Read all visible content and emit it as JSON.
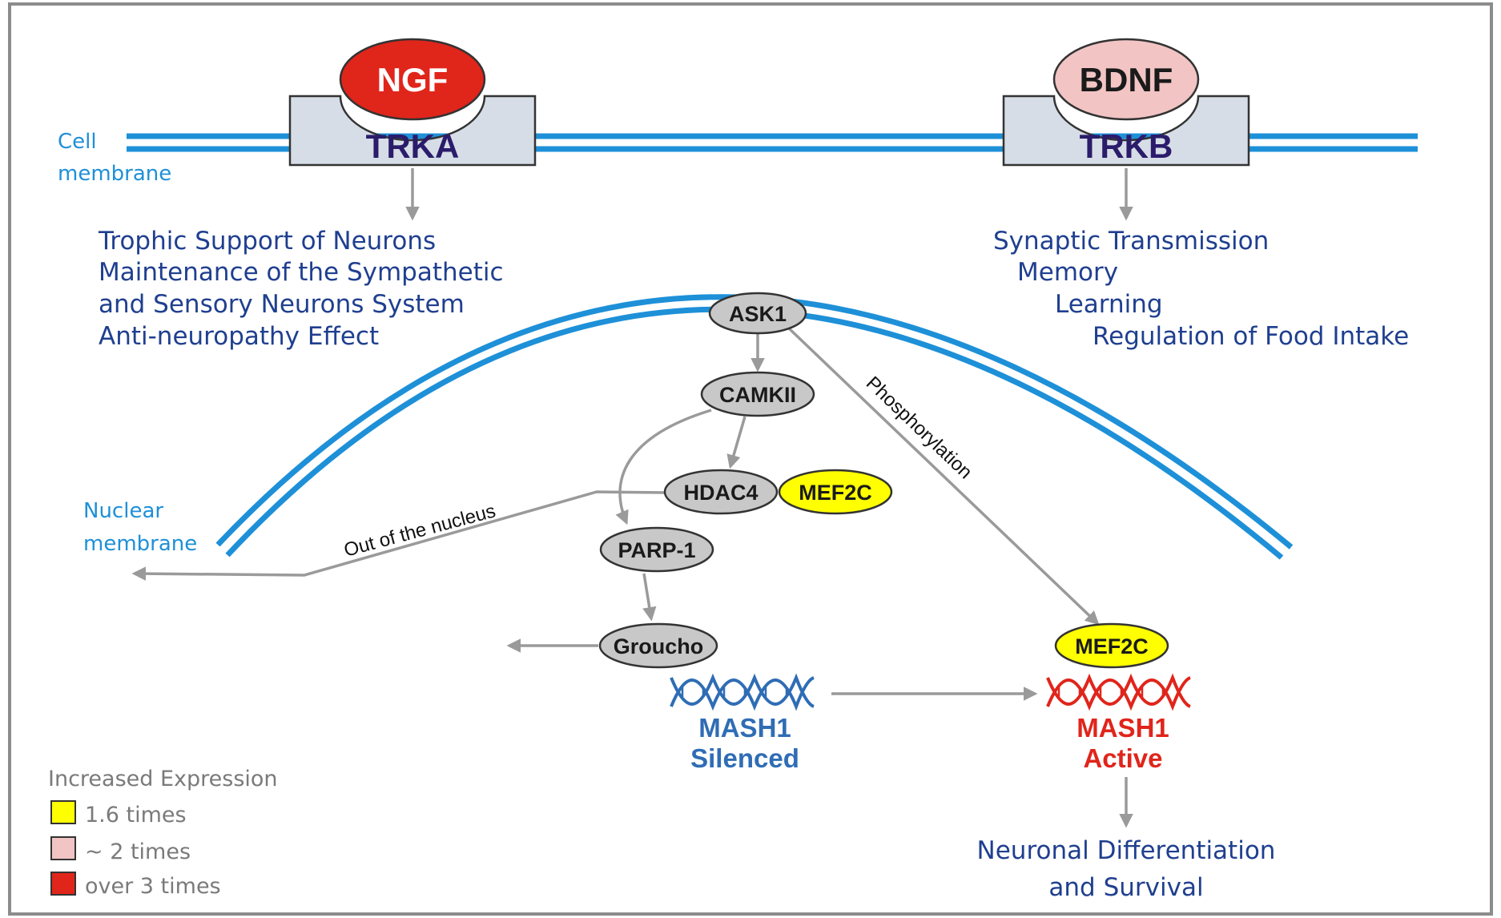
{
  "receptors": {
    "left": {
      "ligand": "NGF",
      "receptor": "TRKA",
      "ligand_color": "#e0251b"
    },
    "right": {
      "ligand": "BDNF",
      "receptor": "TRKB",
      "ligand_color": "#f2c4c4"
    }
  },
  "membranes": {
    "cell_line1": "Cell",
    "cell_line2": "membrane",
    "nuclear_line1": "Nuclear",
    "nuclear_line2": "membrane"
  },
  "effects": {
    "trka": [
      "Trophic Support of Neurons",
      "Maintenance of the Sympathetic",
      "and Sensory Neurons System",
      "Anti-neuropathy Effect"
    ],
    "trkb": [
      "Synaptic Transmission",
      "Memory",
      "Learning",
      "Regulation of Food Intake"
    ]
  },
  "nodes": {
    "ask1": "ASK1",
    "camkii": "CAMKII",
    "hdac4": "HDAC4",
    "mef2c_bound": "MEF2C",
    "parp1": "PARP-1",
    "groucho": "Groucho",
    "mef2c_free": "MEF2C"
  },
  "edge_labels": {
    "out_of_nucleus": "Out of the nucleus",
    "phosphorylation": "Phosphorylation"
  },
  "mash1": {
    "silenced_line1": "MASH1",
    "silenced_line2": "Silenced",
    "active_line1": "MASH1",
    "active_line2": "Active"
  },
  "outcome": {
    "line1": "Neuronal Differentiation",
    "line2": "and Survival"
  },
  "legend": {
    "title": "Increased Expression",
    "items": [
      {
        "label": "1.6 times",
        "color": "#ffff00"
      },
      {
        "label": "~ 2 times",
        "color": "#f2c4c4"
      },
      {
        "label": "over 3 times",
        "color": "#e0251b"
      }
    ]
  },
  "colors": {
    "membrane": "#1e90d8",
    "node_gray": "#c8c8c8",
    "mef2c": "#ffff00",
    "receptor_box": "#d6dde6",
    "arrow": "#9a9a9a",
    "silenced": "#2f6db5",
    "active": "#e0251b"
  }
}
